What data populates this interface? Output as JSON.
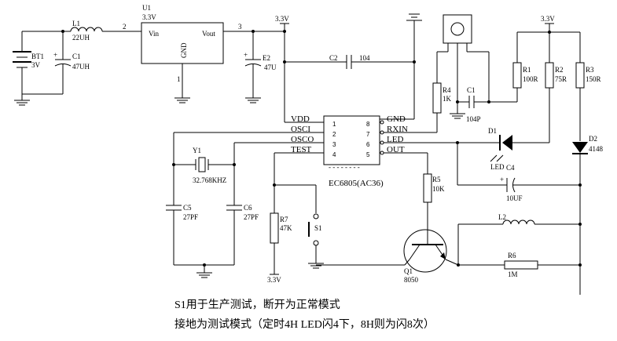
{
  "labels": {
    "bt1": "BT1",
    "bt1_v": "3V",
    "l1": "L1",
    "l1_v": "22UH",
    "c1a": "C1",
    "c1a_v": "47UH",
    "u1": "U1",
    "u1_v": "3.3V",
    "vin": "Vin",
    "vout": "Vout",
    "gnd_u1": "GND",
    "n2": "2",
    "n3": "3",
    "n1": "1",
    "e2": "E2",
    "e2_v": "47U",
    "c2": "C2",
    "c2_v": "104",
    "vcc_top": "3.3V",
    "vcc_right": "3.3V",
    "vcc_r7": "3.3V",
    "vdd": "VDD",
    "osci": "OSCI",
    "osco": "OSCO",
    "test": "TEST",
    "gnd_pin": "GND",
    "rxin": "RXIN",
    "led_pin": "LED",
    "out": "OUT",
    "pins_left": [
      "1",
      "2",
      "3",
      "4"
    ],
    "pins_right": [
      "8",
      "7",
      "6",
      "5"
    ],
    "ic_name": "EC6805(AC36)",
    "r4": "R4",
    "r4_v": "1K",
    "c1b": "C1",
    "c1b_v": "104P",
    "r1": "R1",
    "r1_v": "100R",
    "r2": "R2",
    "r2_v": "75R",
    "r3": "R3",
    "r3_v": "150R",
    "d1": "D1",
    "led_text": "LED",
    "d2": "D2",
    "d2_v": "4148",
    "c4": "C4",
    "c4_v": "10UF",
    "y1": "Y1",
    "y1_v": "32.768KHZ",
    "c5": "C5",
    "c5_v": "27PF",
    "c6": "C6",
    "c6_v": "27PF",
    "r5": "R5",
    "r5_v": "10K",
    "r7": "R7",
    "r7_v": "47K",
    "s1": "S1",
    "l2": "L2",
    "r6": "R6",
    "r6_v": "1M",
    "q1": "Q1",
    "q1_v": "8050"
  },
  "notes": {
    "line1": "S1用于生产测试，断开为正常模式",
    "line2": "接地为测试模式（定时4H LED闪4下，8H则为闪8次）"
  }
}
